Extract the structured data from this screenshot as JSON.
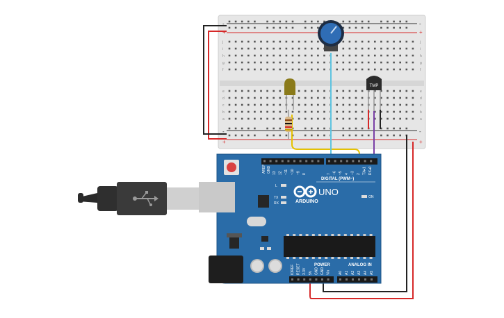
{
  "breadboard": {
    "rail_plus": "+",
    "rail_minus": "-",
    "row_letters_top": [
      "j",
      "i",
      "h",
      "g",
      "f"
    ],
    "row_letters_bottom": [
      "e",
      "d",
      "c",
      "b",
      "a"
    ],
    "column_count": 30
  },
  "components": {
    "temp_sensor_label": "TMP",
    "led_color": "#8a7a1a",
    "potentiometer_color": "#2f6db5"
  },
  "arduino": {
    "brand": "ARDUINO",
    "model": "UNO",
    "digital_label": "DIGITAL (PWM~)",
    "power_label": "POWER",
    "analog_label": "ANALOG IN",
    "on_label": "ON",
    "l_label": "L",
    "tx_label": "TX",
    "rx_label": "RX",
    "aref": "AREF",
    "gnd": "GND",
    "digital_pins": [
      "13",
      "12",
      "~11",
      "~10",
      "~9",
      "8",
      "7",
      "~6",
      "~5",
      "4",
      "~3",
      "2",
      "TX▸1",
      "RX◂0"
    ],
    "power_pins": [
      "IOREF",
      "RESET",
      "3.3V",
      "5V",
      "GND",
      "GND",
      "Vin"
    ],
    "analog_pins": [
      "A0",
      "A1",
      "A2",
      "A3",
      "A4",
      "A5"
    ]
  },
  "colors": {
    "board": "#2a6ca8",
    "wire_red": "#d62828",
    "wire_black": "#222222",
    "wire_yellow": "#e6c200",
    "wire_cyan": "#5ec3e0",
    "wire_purple": "#7a3fa6"
  }
}
